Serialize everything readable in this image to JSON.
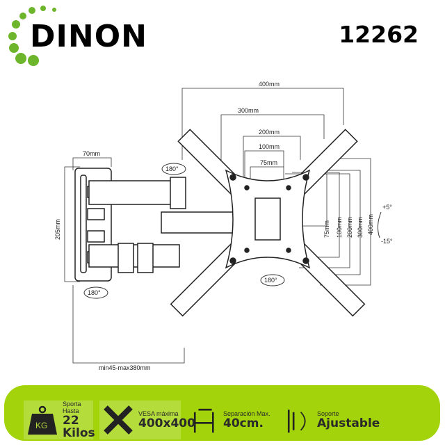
{
  "brand": {
    "name": "DINON"
  },
  "model_number": "12262",
  "diagram": {
    "width_400": "400mm",
    "width_300": "300mm",
    "width_200": "200mm",
    "width_100": "100mm",
    "width_75": "75mm",
    "height_75": "75mm",
    "height_100": "100mm",
    "height_200": "200mm",
    "height_300": "300mm",
    "height_400": "400mm",
    "plate_width": "70mm",
    "plate_height": "205mm",
    "rotation_top": "180°",
    "rotation_left": "180°",
    "rotation_center": "180°",
    "tilt_up": "+5°",
    "tilt_down": "-15°",
    "extension": "min45-max380mm"
  },
  "features": [
    {
      "label": "Sporta Hasta",
      "value": "22 Kilos",
      "icon_text": "KG"
    },
    {
      "label": "VESA máxima",
      "value": "400x400"
    },
    {
      "label": "Separación Max.",
      "value": "40cm."
    },
    {
      "label": "Soporte",
      "value": "Ajustable"
    }
  ],
  "colors": {
    "accent": "#a3d30a",
    "tile": "#b4dc3a",
    "logo_dots": "#6db52b"
  }
}
